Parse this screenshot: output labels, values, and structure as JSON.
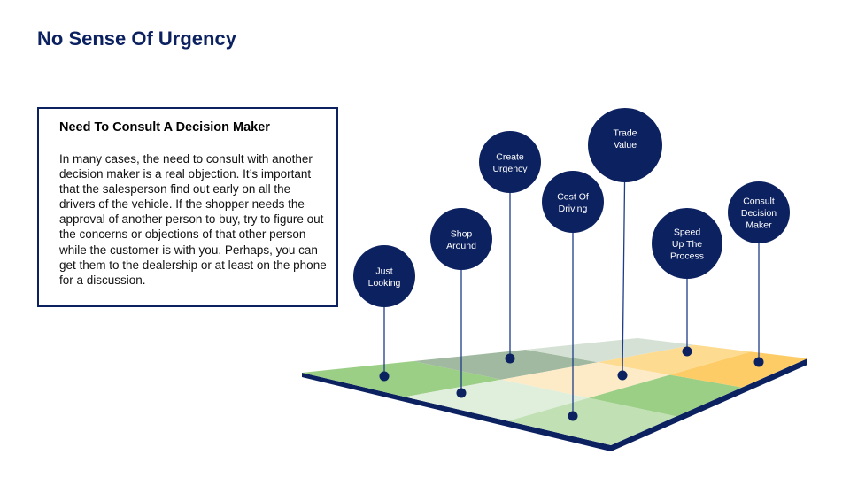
{
  "title": "No Sense Of Urgency",
  "panel": {
    "heading": "Need To Consult A Decision Maker",
    "body": "In many cases, the need to consult with another decision maker is a real objection. It’s important that the salesperson find out early on all the drivers of the vehicle. If the shopper needs the approval of another person to buy, try to figure out the concerns or objections of that other person while the customer is with you. Perhaps, you can get them to the dealership or at least on the phone for a discussion."
  },
  "pins": [
    {
      "lines": [
        "Just",
        "Looking"
      ]
    },
    {
      "lines": [
        "Shop",
        "Around"
      ]
    },
    {
      "lines": [
        "Create",
        "Urgency"
      ]
    },
    {
      "lines": [
        "Cost Of",
        "Driving"
      ]
    },
    {
      "lines": [
        "Trade",
        "Value"
      ]
    },
    {
      "lines": [
        "Speed",
        "Up The",
        "Process"
      ]
    },
    {
      "lines": [
        "Consult",
        "Decision",
        "Maker"
      ]
    }
  ],
  "colors": {
    "navy": "#0c2160",
    "cells": [
      "#9ccf86",
      "#a0b9a0",
      "#d4e1d4",
      "#e0efdc",
      "#fdebc8",
      "#fddc92",
      "#c1e1b4",
      "#9ccf86",
      "#fdcc66"
    ]
  }
}
